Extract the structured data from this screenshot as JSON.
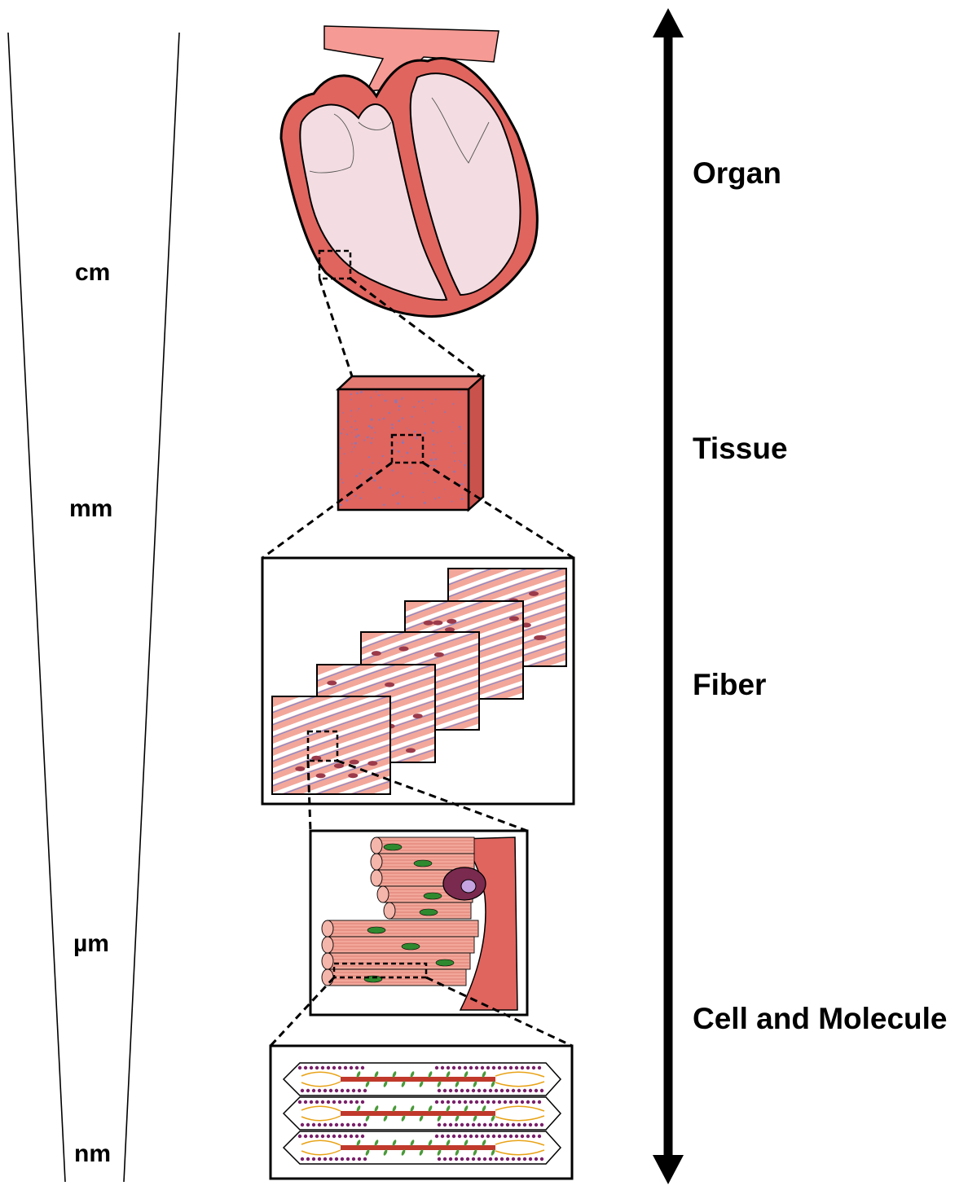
{
  "scale_units": [
    "cm",
    "mm",
    "µm",
    "nm"
  ],
  "levels": [
    "Organ",
    "Tissue",
    "Fiber",
    "Cell and Molecule"
  ],
  "colors": {
    "muscle": "#e0655f",
    "muscle_dark": "#c9423c",
    "chamber": "#f3dde2",
    "aorta": "#f59a94",
    "fiber_pink": "#f2a79a",
    "collagen": "#6b7fd6",
    "nucleus": "#9b3a4a",
    "cell_nucleus": "#2f8a2f",
    "sarcomere_line": "#c0392b",
    "titin": "#e8a317",
    "myosin_head": "#7a1f6a",
    "actin_dot": "#4a9a3a"
  },
  "icons": [
    "heart-organ",
    "tissue-cube",
    "fiber-sheets",
    "myocyte-bundle",
    "sarcomere-stack",
    "double-arrow-icon"
  ]
}
